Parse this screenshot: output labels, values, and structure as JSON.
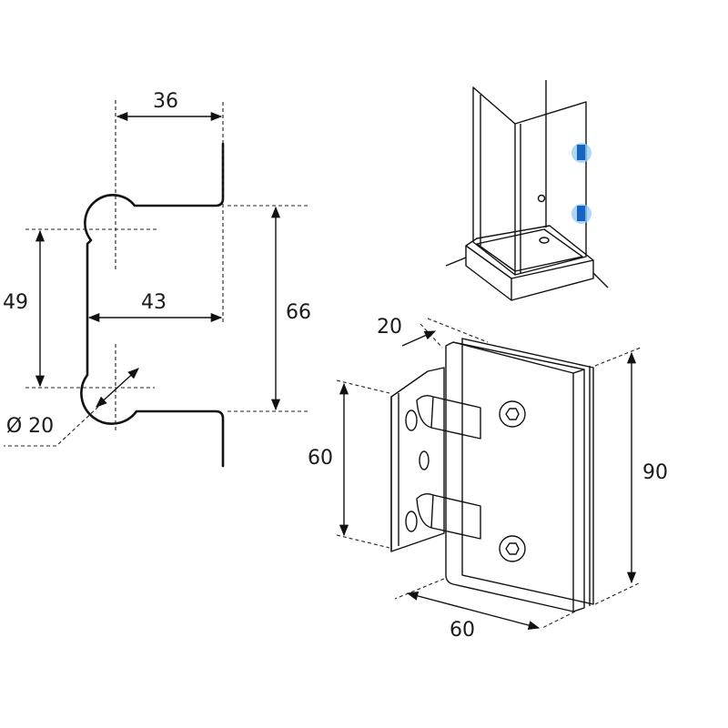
{
  "profile": {
    "dim_top_width": "36",
    "dim_offset": "43",
    "dim_left_height": "49",
    "dim_total_height": "66",
    "dim_hole_diameter": "Ø 20"
  },
  "hinge_3d": {
    "dim_thickness": "20",
    "dim_plate_height": "60",
    "dim_body_height": "90",
    "dim_body_width": "60"
  },
  "colors": {
    "line": "#111111",
    "hinge_marker": "#1565c0",
    "hinge_marker_glow": "#90caf9"
  }
}
